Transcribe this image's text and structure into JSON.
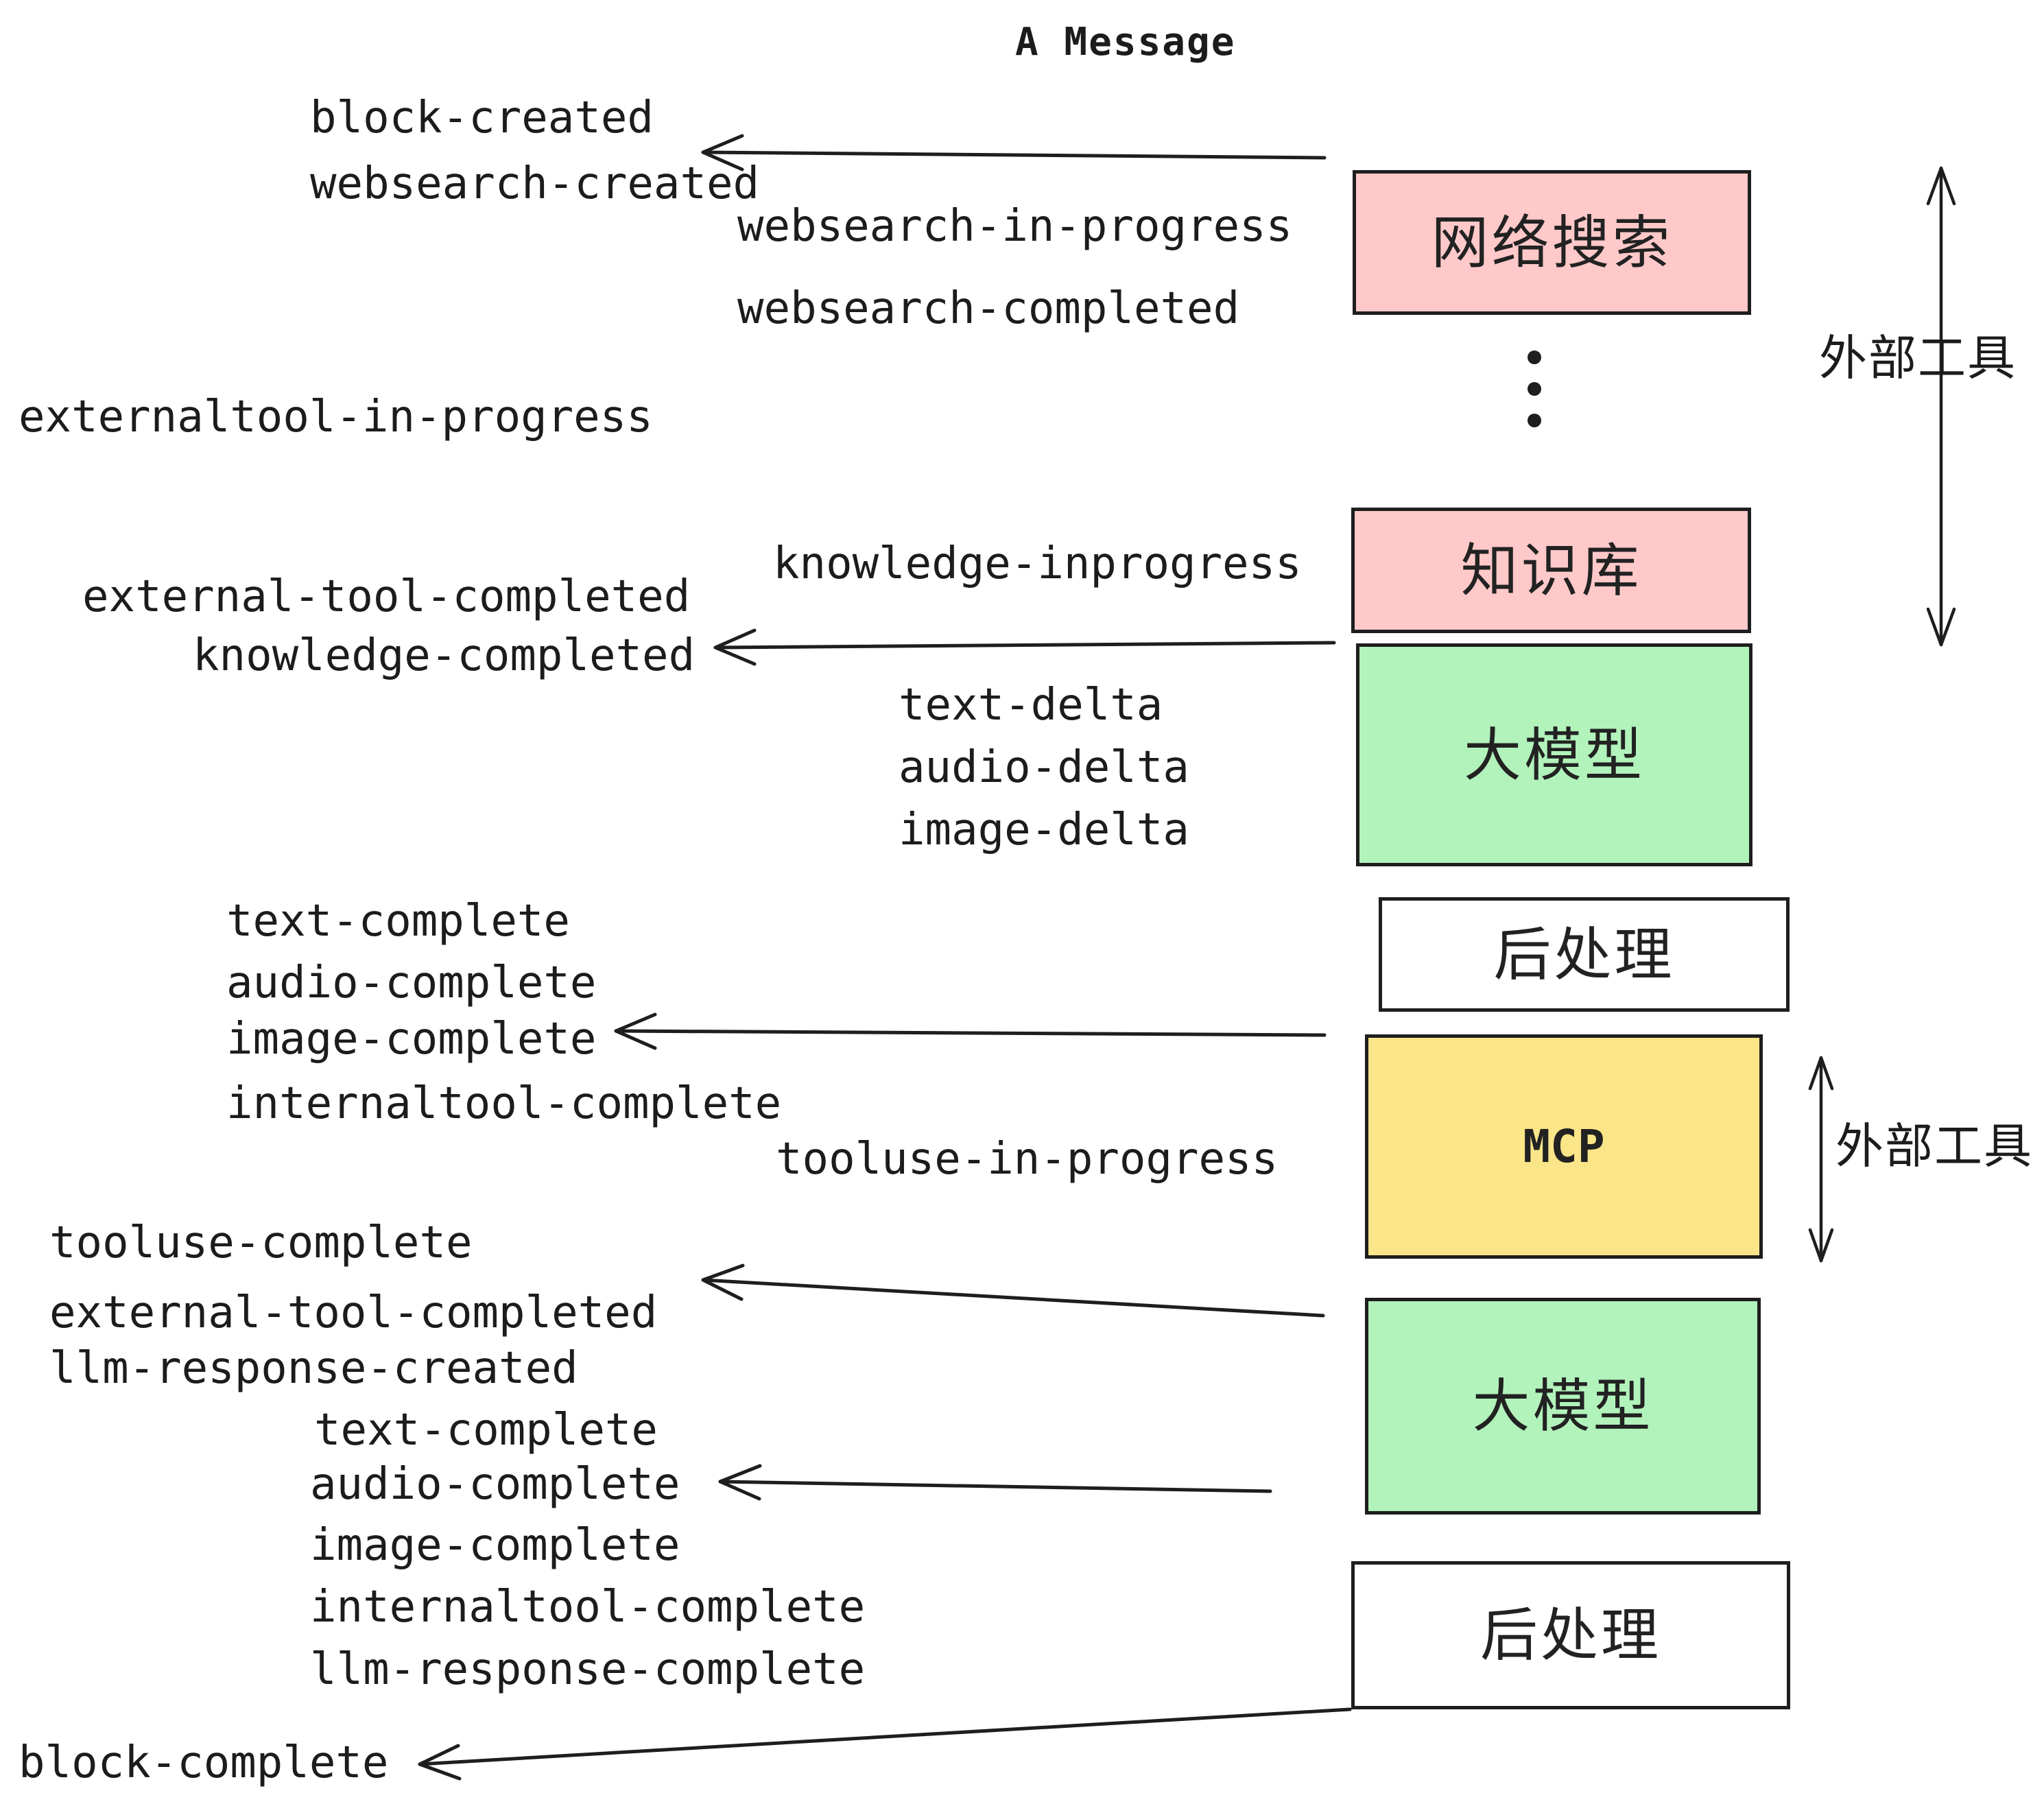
{
  "title": "A Message",
  "events": [
    {
      "id": "block-created",
      "label": "block-created"
    },
    {
      "id": "websearch-created",
      "label": "websearch-created"
    },
    {
      "id": "websearch-in-progress",
      "label": "websearch-in-progress"
    },
    {
      "id": "websearch-completed",
      "label": "websearch-completed"
    },
    {
      "id": "externaltool-in-progress",
      "label": "externaltool-in-progress"
    },
    {
      "id": "knowledge-inprogress",
      "label": "knowledge-inprogress"
    },
    {
      "id": "external-tool-completed-1",
      "label": "external-tool-completed"
    },
    {
      "id": "knowledge-completed",
      "label": "knowledge-completed"
    },
    {
      "id": "text-delta-1",
      "label": "text-delta"
    },
    {
      "id": "audio-delta-1",
      "label": "audio-delta"
    },
    {
      "id": "image-delta-1",
      "label": "image-delta"
    },
    {
      "id": "text-complete-1",
      "label": "text-complete"
    },
    {
      "id": "audio-complete-1",
      "label": "audio-complete"
    },
    {
      "id": "image-complete-1",
      "label": "image-complete"
    },
    {
      "id": "internaltool-complete-1",
      "label": "internaltool-complete"
    },
    {
      "id": "tooluse-in-progress",
      "label": "tooluse-in-progress"
    },
    {
      "id": "tooluse-complete",
      "label": "tooluse-complete"
    },
    {
      "id": "external-tool-completed-2",
      "label": "external-tool-completed"
    },
    {
      "id": "llm-response-created",
      "label": "llm-response-created"
    },
    {
      "id": "text-complete-2",
      "label": "text-complete"
    },
    {
      "id": "audio-complete-2",
      "label": "audio-complete"
    },
    {
      "id": "image-complete-2",
      "label": "image-complete"
    },
    {
      "id": "internaltool-complete-2",
      "label": "internaltool-complete"
    },
    {
      "id": "llm-response-complete",
      "label": "llm-response-complete"
    },
    {
      "id": "block-complete",
      "label": "block-complete"
    }
  ],
  "boxes": [
    {
      "id": "web-search",
      "label": "网络搜索",
      "color": "#FFC9C9"
    },
    {
      "id": "knowledge-base",
      "label": "知识库",
      "color": "#FFC9C9"
    },
    {
      "id": "llm-1",
      "label": "大模型",
      "color": "#B2F2BB"
    },
    {
      "id": "post-process-1",
      "label": "后处理",
      "color": "#FFFFFF"
    },
    {
      "id": "mcp",
      "label": "MCP",
      "color": "#FAE588"
    },
    {
      "id": "llm-2",
      "label": "大模型",
      "color": "#B2F2BB"
    },
    {
      "id": "post-process-2",
      "label": "后处理",
      "color": "#FFFFFF"
    }
  ],
  "annotations": [
    {
      "id": "external-tools-top",
      "label": "外部工具"
    },
    {
      "id": "external-tools-bottom",
      "label": "外部工具"
    }
  ],
  "colors": {
    "box_pink": "#FFC9C9",
    "box_green": "#B2F2BB",
    "box_yellow": "#FAE588",
    "box_white": "#FFFFFF",
    "ink": "#1E1E1E",
    "background": "#FFFFFF"
  }
}
